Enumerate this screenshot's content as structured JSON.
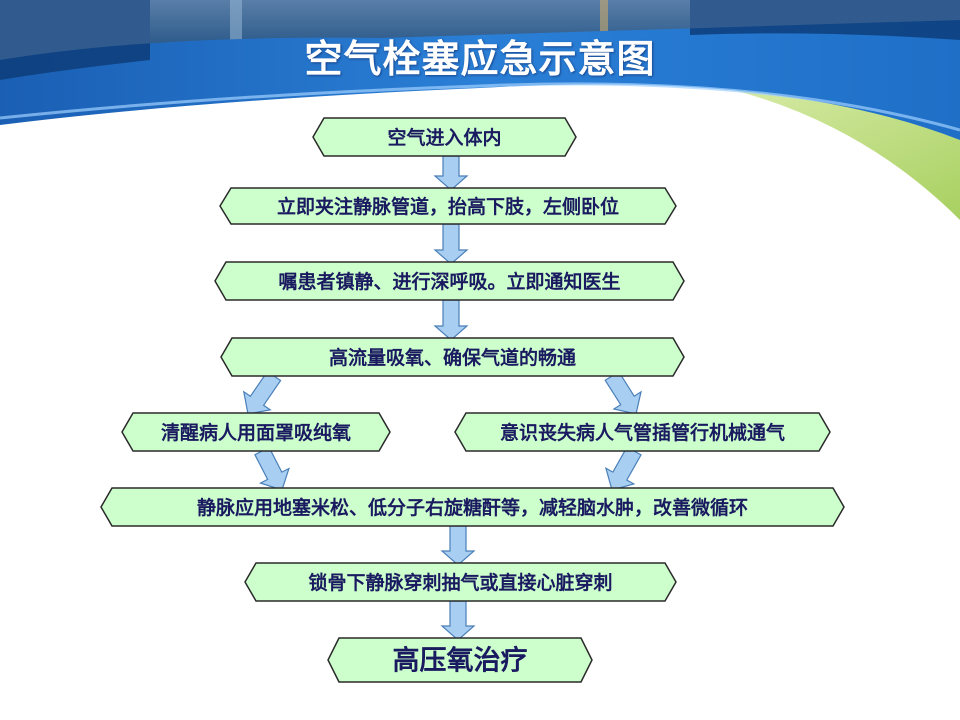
{
  "slide": {
    "title": "空气栓塞应急示意图"
  },
  "flow": {
    "steps": [
      {
        "id": "s1",
        "label": "空气进入体内"
      },
      {
        "id": "s2",
        "label": "立即夹注静脉管道，抬高下肢，左侧卧位"
      },
      {
        "id": "s3",
        "label": "嘱患者镇静、进行深呼吸。立即通知医生"
      },
      {
        "id": "s4",
        "label": "高流量吸氧、确保气道的畅通"
      },
      {
        "id": "s5a",
        "label": "清醒病人用面罩吸纯氧"
      },
      {
        "id": "s5b",
        "label": "意识丧失病人气管插管行机械通气"
      },
      {
        "id": "s6",
        "label": "静脉应用地塞米松、低分子右旋糖酐等，减轻脑水肿，改善微循环"
      },
      {
        "id": "s7",
        "label": "锁骨下静脉穿刺抽气或直接心脏穿刺"
      },
      {
        "id": "s8",
        "label": "高压氧治疗"
      }
    ]
  },
  "colors": {
    "box_fill": "#ccffcc",
    "box_stroke": "#2a2a2a",
    "arrow_fill": "#a8cff2",
    "arrow_stroke": "#4a7fb8",
    "text": "#1a1a60",
    "header_blue": "#1f6fc7"
  }
}
